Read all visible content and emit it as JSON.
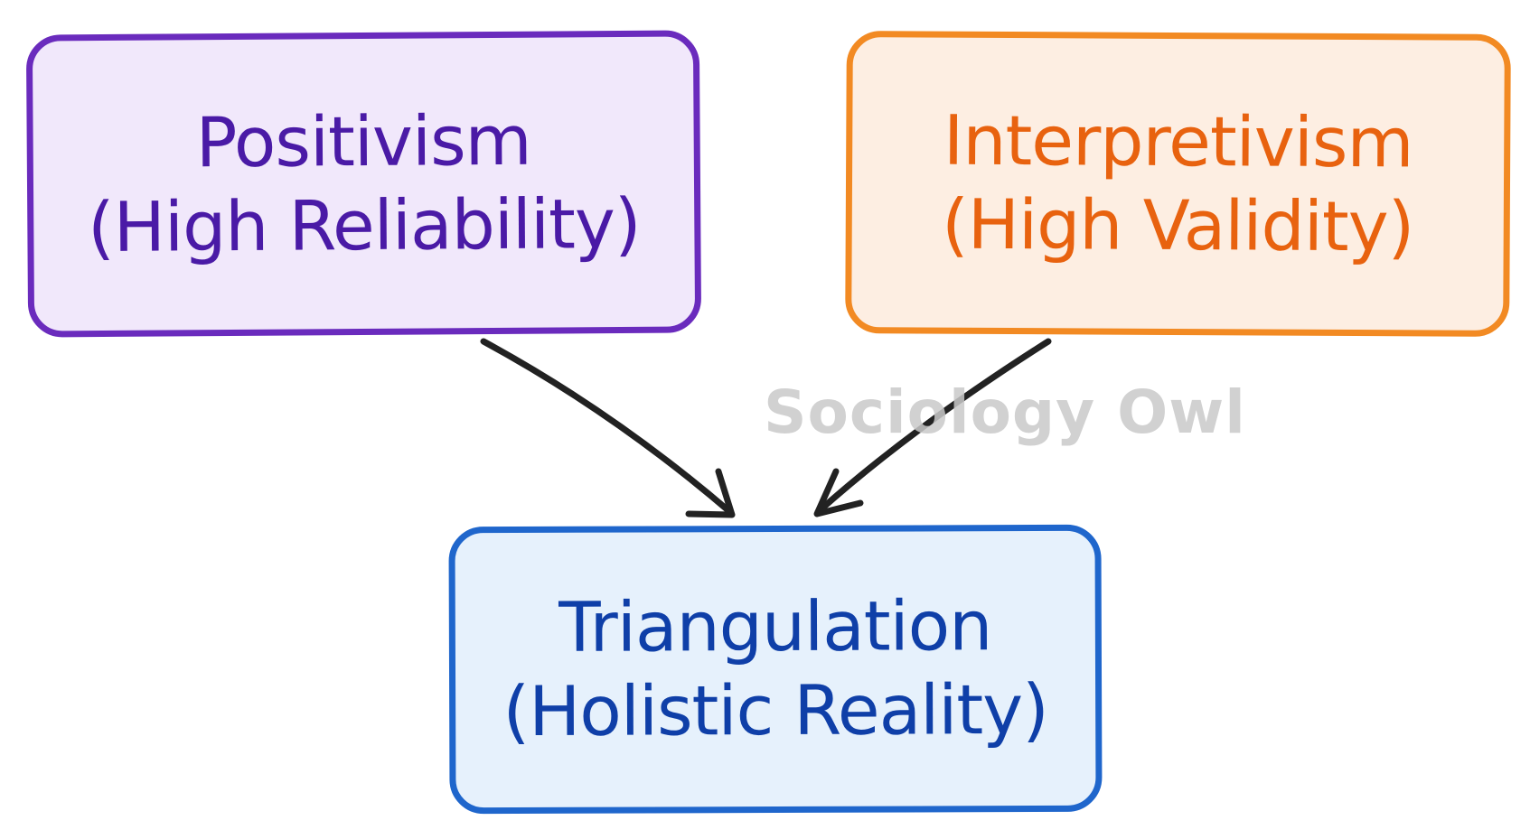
{
  "nodes": {
    "positivism": {
      "line1": "Positivism",
      "line2": "(High Reliability)"
    },
    "interpretivism": {
      "line1": "Interpretivism",
      "line2": "(High Validity)"
    },
    "triangulation": {
      "line1": "Triangulation",
      "line2": "(Holistic Reality)"
    }
  },
  "edges": [
    {
      "from": "Positivism (High Reliability)",
      "to": "Triangulation (Holistic Reality)"
    },
    {
      "from": "Interpretivism (High Validity)",
      "to": "Triangulation (Holistic Reality)"
    }
  ],
  "watermark": "Sociology Owl",
  "colors": {
    "positivism_border": "#6a2bbd",
    "positivism_fill": "#f1e8fb",
    "interpretivism_border": "#f28a23",
    "interpretivism_fill": "#fdeee2",
    "triangulation_border": "#1f66cc",
    "triangulation_fill": "#e6f1fc",
    "arrow": "#222222",
    "watermark": "#c9c9c9"
  }
}
